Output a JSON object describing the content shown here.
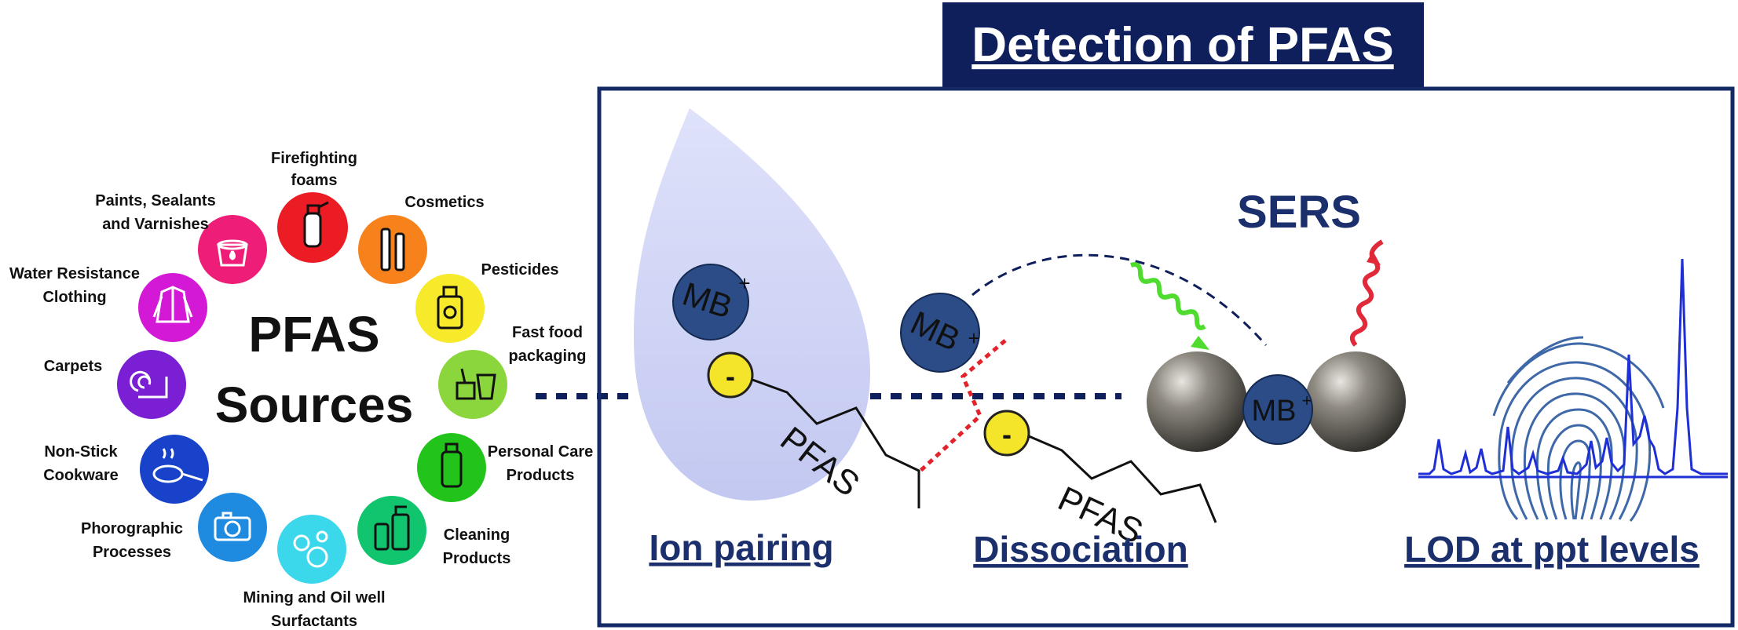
{
  "colors": {
    "navy": "#0f1f5c",
    "frame": "#132a66",
    "droplet": "#c8cdf3",
    "mb_circle": "#2b4c86",
    "anion": "#f5e52a",
    "gold_np": "#6e6b63",
    "spectrum": "#1f2fd6",
    "fingerprint": "#3f68a8",
    "green_wave": "#4fdc2f",
    "red_wave": "#e02a3a",
    "break_line": "#e2232b"
  },
  "sources": {
    "title_line1": "PFAS",
    "title_line2": "Sources",
    "items": [
      {
        "label1": "Firefighting",
        "label2": "foams",
        "color": "#ec1c24",
        "icon": "fire-extinguisher-icon"
      },
      {
        "label1": "Cosmetics",
        "label2": "",
        "color": "#f7821b",
        "icon": "mascara-icon"
      },
      {
        "label1": "Pesticides",
        "label2": "",
        "color": "#f6ea2a",
        "icon": "spray-can-icon"
      },
      {
        "label1": "Fast food",
        "label2": "packaging",
        "color": "#8bd63c",
        "icon": "takeaway-food-icon"
      },
      {
        "label1": "Personal Care",
        "label2": "Products",
        "color": "#22c41b",
        "icon": "shampoo-bottle-icon"
      },
      {
        "label1": "Cleaning",
        "label2": "Products",
        "color": "#10c56d",
        "icon": "cleaning-bottles-icon"
      },
      {
        "label1": "Mining and Oil well",
        "label2": "Surfactants",
        "color": "#3bd7ea",
        "icon": "bubbles-icon"
      },
      {
        "label1": "Phorographic",
        "label2": "Processes",
        "color": "#1f8be0",
        "icon": "camera-icon"
      },
      {
        "label1": "Non-Stick",
        "label2": "Cookware",
        "color": "#1742c9",
        "icon": "frying-pan-icon"
      },
      {
        "label1": "Carpets",
        "label2": "",
        "color": "#7a1fd3",
        "icon": "carpet-roll-icon"
      },
      {
        "label1": "Water Resistance",
        "label2": "Clothing",
        "color": "#d419d6",
        "icon": "jacket-icon"
      },
      {
        "label1": "Paints, Sealants",
        "label2": "and Varnishes",
        "color": "#ee1e78",
        "icon": "paint-bucket-icon"
      }
    ]
  },
  "detection": {
    "title": "Detection of PFAS",
    "sers": "SERS",
    "mb_label": "MB",
    "mb_charge": "+",
    "anion_charge": "-",
    "pfas_label": "PFAS",
    "steps": [
      "Ion pairing",
      "Dissociation",
      "LOD at ppt levels"
    ]
  }
}
